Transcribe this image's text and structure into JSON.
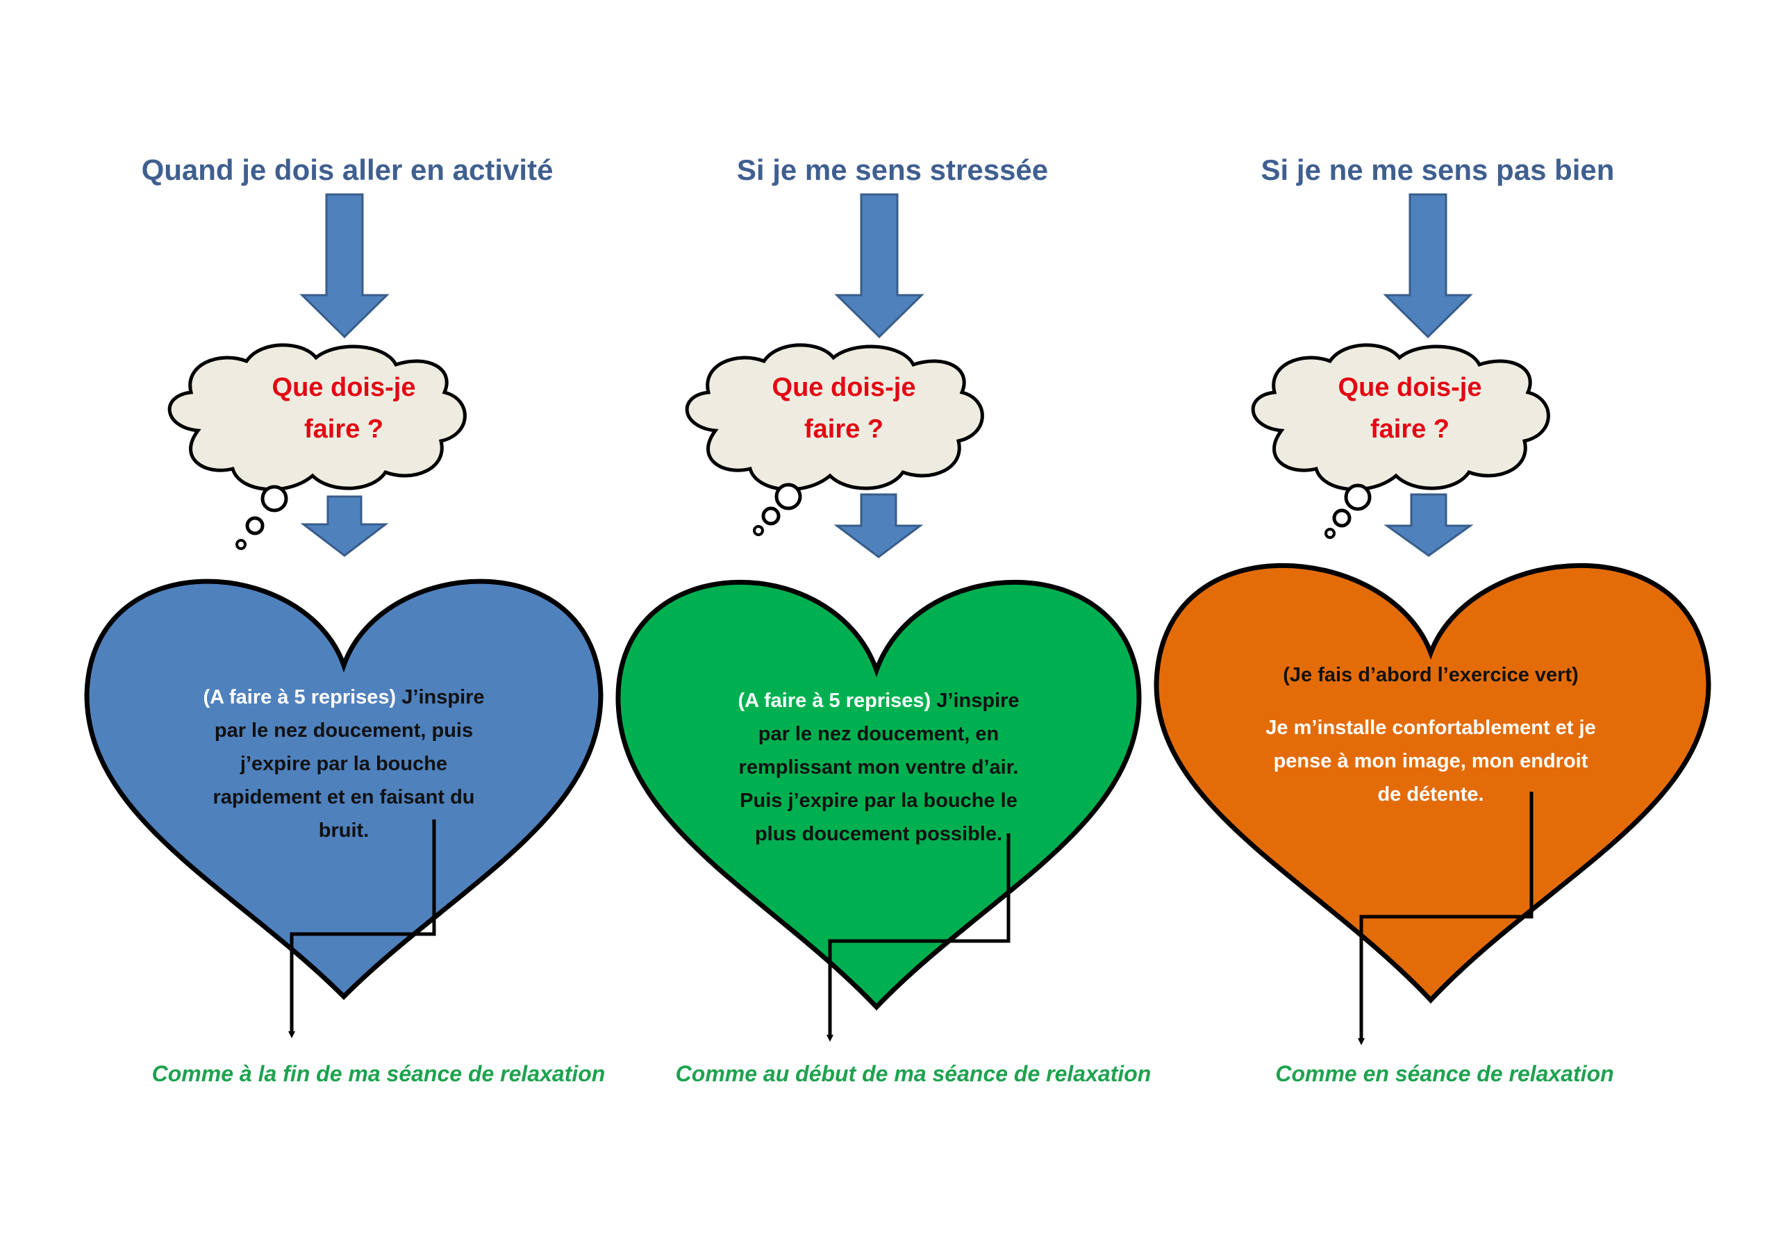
{
  "columns": [
    {
      "title": "Quand je dois aller en activité",
      "cloud_line1": "Que dois-je",
      "cloud_line2": "faire ?",
      "heart_intro": "(A faire à 5 reprises)",
      "heart_body": "J’inspire par le nez doucement, puis j’expire par la bouche rapidement et en faisant du bruit.",
      "caption": "Comme à la fin de ma séance de relaxation",
      "heart_color": "#4f81bd"
    },
    {
      "title": "Si je me sens stressée",
      "cloud_line1": "Que dois-je",
      "cloud_line2": "faire ?",
      "heart_intro": "(A faire à 5 reprises)",
      "heart_body": "J’inspire par le nez doucement, en remplissant mon ventre d’air. Puis j’expire par la bouche le plus doucement possible.",
      "caption": "Comme au début de ma séance de relaxation",
      "heart_color": "#00b050"
    },
    {
      "title": "Si je ne me sens pas bien",
      "cloud_line1": "Que dois-je",
      "cloud_line2": "faire ?",
      "heart_intro": "(Je fais d’abord l’exercice vert)",
      "heart_body": "Je m’installe confortablement et je pense à mon image, mon endroit de détente.",
      "caption": "Comme en séance de relaxation",
      "heart_color": "#e36c09"
    }
  ],
  "colors": {
    "arrow_fill": "#4f81bd",
    "arrow_stroke": "#385d8a",
    "cloud_fill": "#eeece1",
    "title_text": "#3f5f8f",
    "cloud_text": "#e30613",
    "caption_text": "#1ea24f"
  }
}
